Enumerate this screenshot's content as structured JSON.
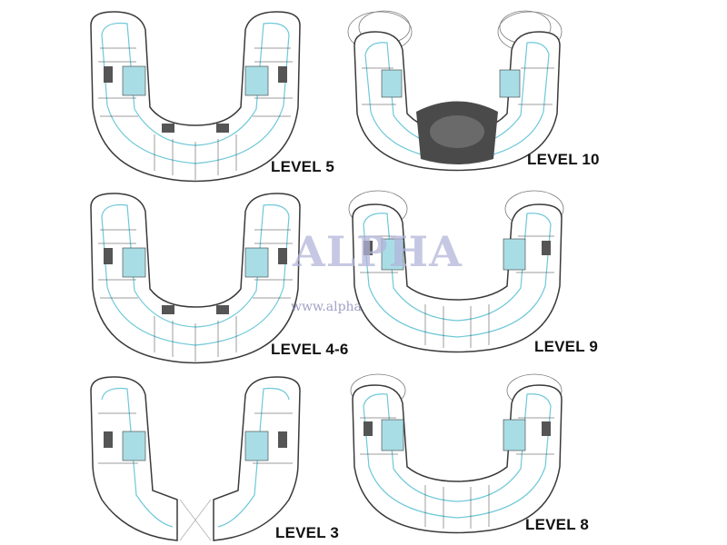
{
  "plans": [
    {
      "id": "level-5",
      "label": "LEVEL 5",
      "variant": "full"
    },
    {
      "id": "level-10",
      "label": "LEVEL 10",
      "variant": "pool"
    },
    {
      "id": "level-4-6",
      "label": "LEVEL 4-6",
      "variant": "full"
    },
    {
      "id": "level-9",
      "label": "LEVEL 9",
      "variant": "terraced"
    },
    {
      "id": "level-3",
      "label": "LEVEL 3",
      "variant": "split"
    },
    {
      "id": "level-8",
      "label": "LEVEL 8",
      "variant": "terraced"
    }
  ],
  "watermark": {
    "logo_text": "ALPHA",
    "url_text": "www.alpha"
  },
  "colors": {
    "outline": "#3a3a3a",
    "inner_line": "#6ec8d8",
    "highlight_unit": "#a9dde6",
    "core_dark": "#555555",
    "pool_dark": "#4a4a4a",
    "watermark": "#b3b6da"
  }
}
